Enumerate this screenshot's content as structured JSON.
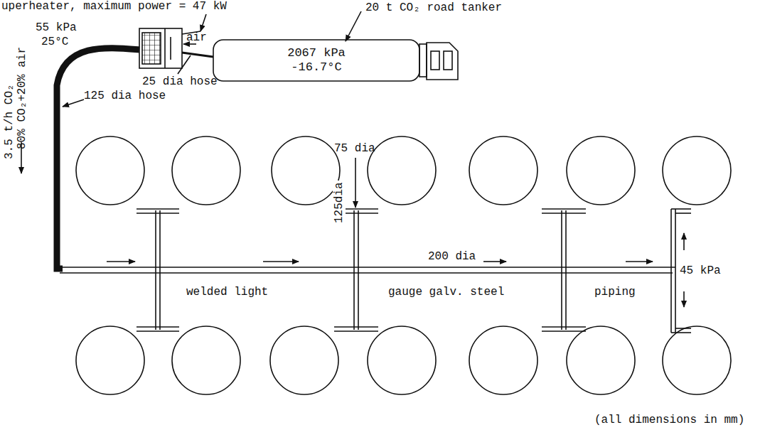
{
  "diagram": {
    "nodes": [
      {
        "text": [
          "2067 kPa",
          "-16.7°C"
        ]
      }
    ],
    "labels": [
      "uperheater, maximum power = 47 kW",
      "20 t CO₂ road tanker",
      "55 kPa",
      "25°C",
      "air",
      "25 dia hose",
      "125 dia hose",
      "3.5 t/h CO₂",
      "80% CO₂+20% air",
      "75 dia",
      "125dia",
      "200 dia",
      "45 kPa",
      "welded light",
      "gauge galv. steel",
      "piping",
      "(all dimensions in mm)"
    ]
  }
}
